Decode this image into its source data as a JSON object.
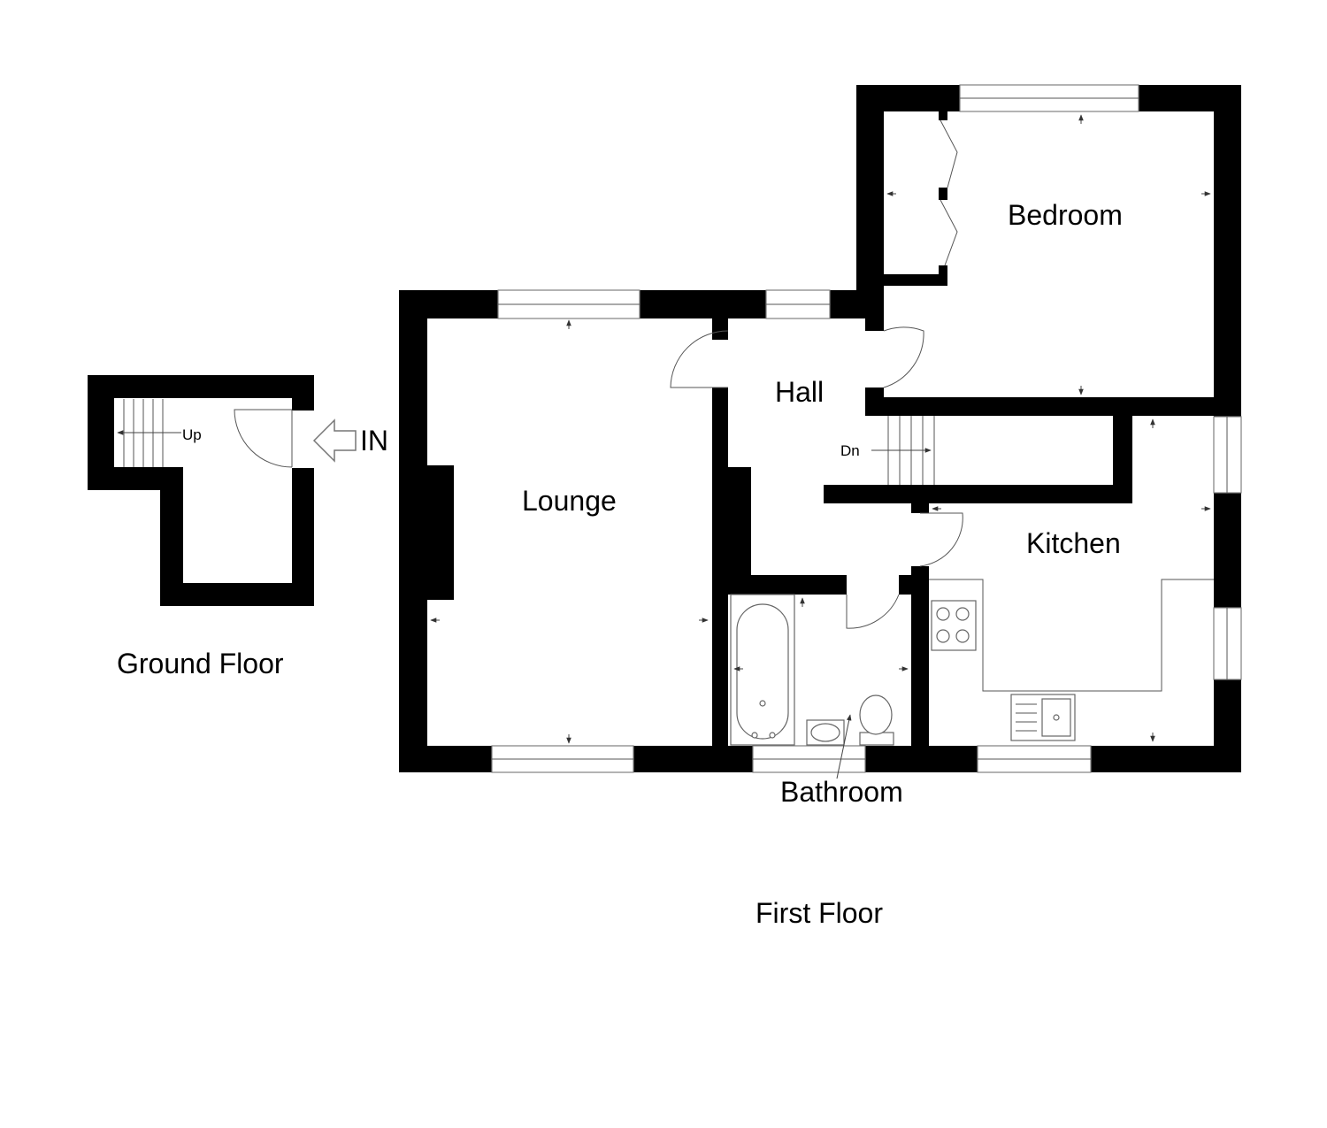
{
  "floors": {
    "ground": "Ground Floor",
    "first": "First Floor"
  },
  "rooms": {
    "bedroom": "Bedroom",
    "hall": "Hall",
    "lounge": "Lounge",
    "kitchen": "Kitchen",
    "bathroom": "Bathroom"
  },
  "stairs": {
    "up": "Up",
    "down": "Dn"
  },
  "entrance": "IN",
  "colors": {
    "wall": "#000000",
    "background": "#ffffff"
  }
}
